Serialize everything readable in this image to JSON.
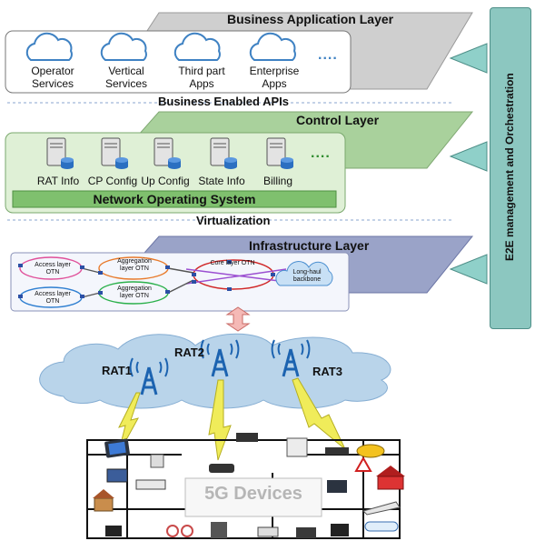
{
  "business_layer": {
    "title": "Business Application Layer",
    "services": [
      "Operator Services",
      "Vertical Services",
      "Third part Apps",
      "Enterprise Apps"
    ],
    "more": "....",
    "cloud_icon": "cloud-icon"
  },
  "apis_label": "Business Enabled APIs",
  "control_layer": {
    "title": "Control Layer",
    "servers": [
      "RAT Info",
      "CP Config",
      "Up Config",
      "State Info",
      "Billing"
    ],
    "more": "....",
    "nos_label": "Network Operating System"
  },
  "virtualization_label": "Virtualization",
  "infrastructure_layer": {
    "title": "Infrastructure Layer",
    "rings": [
      "Access layer OTN",
      "Aggregation layer OTN",
      "Core layer OTN",
      "Access layer OTN",
      "Aggregation layer OTN",
      "Long-haul backbone"
    ]
  },
  "e2e_label": "E2E management and Orchestration",
  "rats": [
    "RAT1",
    "RAT2",
    "RAT3"
  ],
  "devices_label": "5G Devices",
  "colors": {
    "business": "#cfcfcf",
    "control": "#a9d19c",
    "nos": "#7fc06e",
    "infra": "#9aa3c8",
    "e2e": "#8cc7c0",
    "rat_cloud": "#b9d4ea",
    "antenna": "#1c63b0"
  }
}
